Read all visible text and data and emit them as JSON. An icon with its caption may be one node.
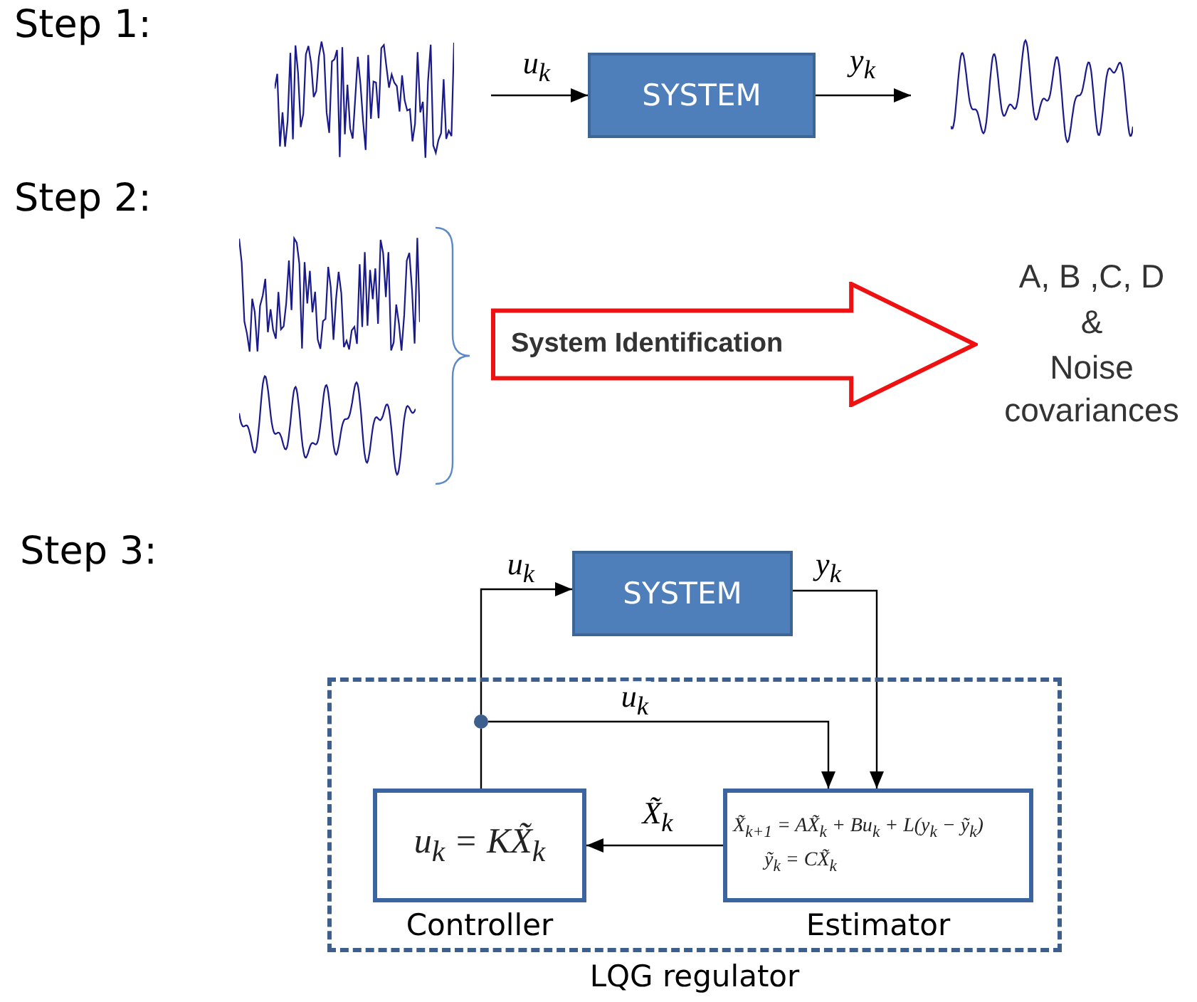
{
  "diagram": {
    "nodes": [
      {
        "text": [],
        "shape": "picture"
      },
      {
        "text": [
          "SYSTEM"
        ]
      },
      {
        "text": [],
        "shape": "picture"
      },
      {
        "text": [
          "System Identification"
        ]
      },
      {
        "text": [
          "LQG regulator"
        ]
      },
      {
        "text": [
          "SYSTEM"
        ]
      },
      {
        "text": [
          "u$_{k}$ = KX̃$_{k}$",
          "Controller"
        ],
        "in": 4
      },
      {
        "text": [
          "X̃$_{k+1}$ = AX̃$_{k}$ + Bu$_{k}$ + L(y$_{k}$ − ỹ$_{k}$)",
          "ỹ$_{k}$ = CX̃$_{k}$",
          "Estimator"
        ],
        "in": 4
      },
      {
        "text": [],
        "shape": "circle",
        "in": 4
      }
    ],
    "edges": [
      {
        "from": 0,
        "to": 1,
        "arrow": "to",
        "label": "u$_{k}$"
      },
      {
        "from": 1,
        "to": 2,
        "arrow": "to",
        "label": "y$_{k}$"
      },
      {
        "from": 6,
        "to": 8,
        "arrow": "none"
      },
      {
        "from": 8,
        "to": 5,
        "arrow": "to",
        "label": "u$_{k}$"
      },
      {
        "from": 8,
        "to": 7,
        "arrow": "to",
        "label": "u$_{k}$"
      },
      {
        "from": 5,
        "to": 7,
        "arrow": "to",
        "label": "y$_{k}$"
      },
      {
        "from": 7,
        "to": 6,
        "arrow": "to",
        "label": "X̃$_{k}$"
      }
    ],
    "labels": [
      "Step 1:",
      "Step 2:",
      "A, B ,C, D",
      "&",
      "Noise covariances",
      "Step 3:"
    ]
  }
}
